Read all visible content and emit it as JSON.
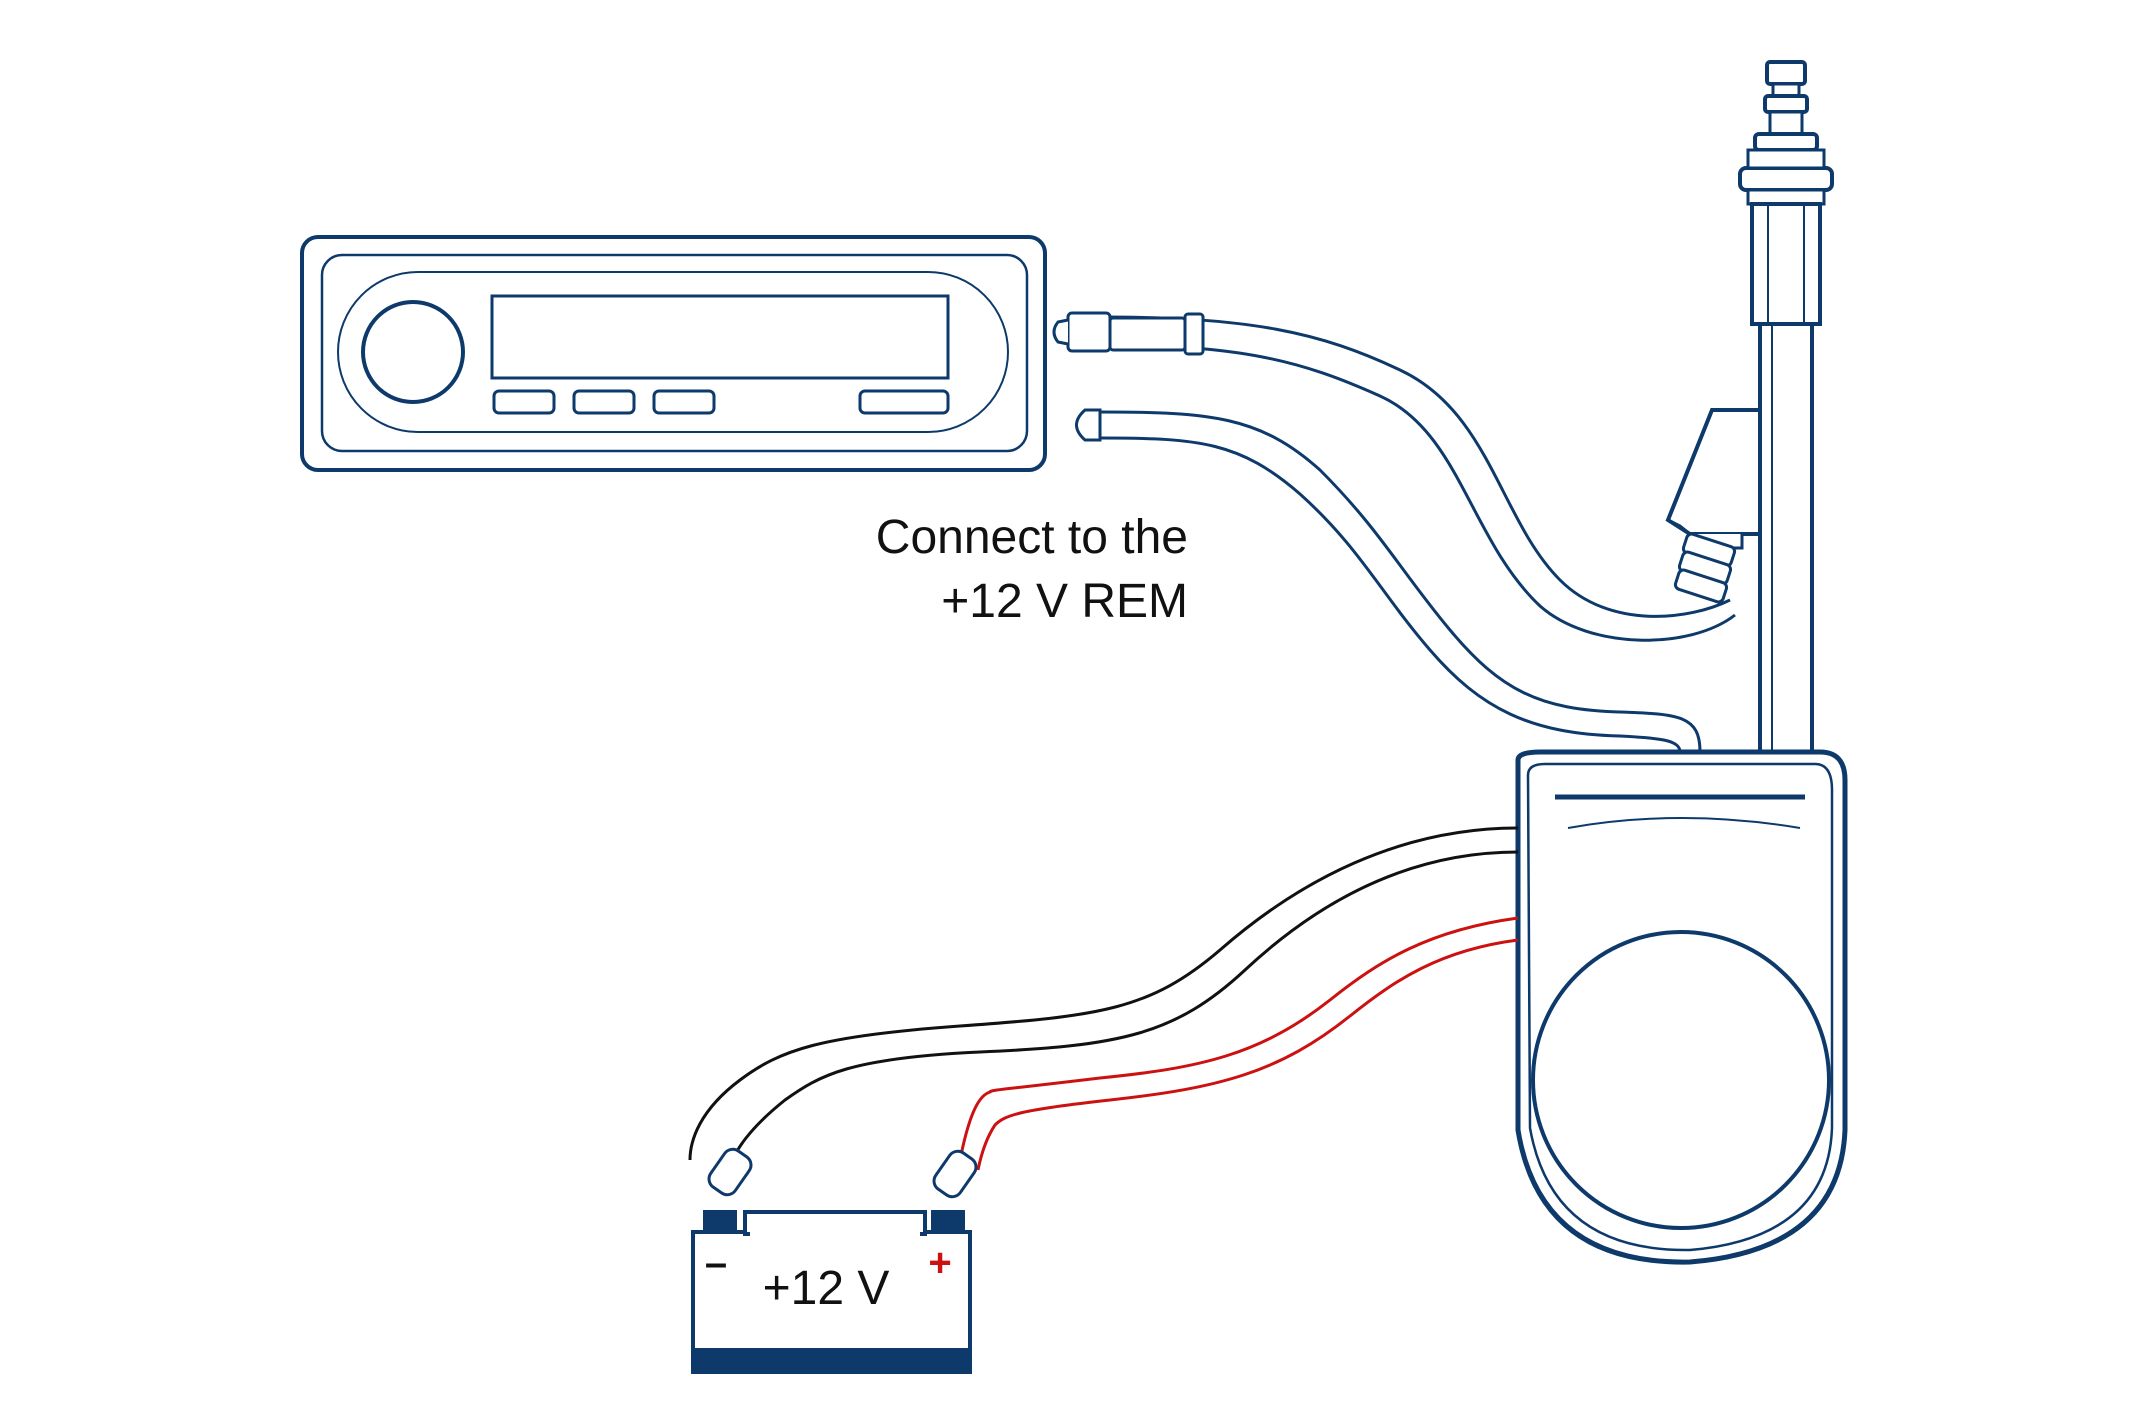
{
  "labels": {
    "rem_line1": "Connect to the",
    "rem_line2": "+12 V REM",
    "battery_voltage": "+12 V",
    "battery_minus": "–",
    "battery_plus": "+"
  },
  "colors": {
    "outline": "#0e3a6b",
    "ground_wire": "#111111",
    "positive_wire": "#cc1111",
    "battery_fill": "#0e3a6b",
    "background": "#ffffff"
  },
  "icons": {
    "radio": "car-radio-icon",
    "antenna": "power-antenna-icon",
    "battery": "car-battery-icon"
  }
}
